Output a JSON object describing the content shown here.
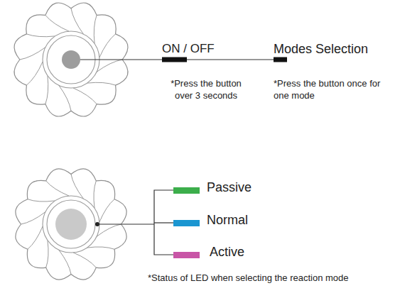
{
  "diagram": {
    "labels": [
      "ON / OFF",
      "*Press the button over 3 seconds",
      "Modes Selection",
      "*Press the button once for one mode",
      "*Status of LED when selecting the reaction mode"
    ],
    "legend": [
      {
        "text": "Passive",
        "color": "#3cae4b"
      },
      {
        "text": "Normal",
        "color": "#1b96d1"
      },
      {
        "text": "Active",
        "color": "#c855a6"
      }
    ]
  }
}
